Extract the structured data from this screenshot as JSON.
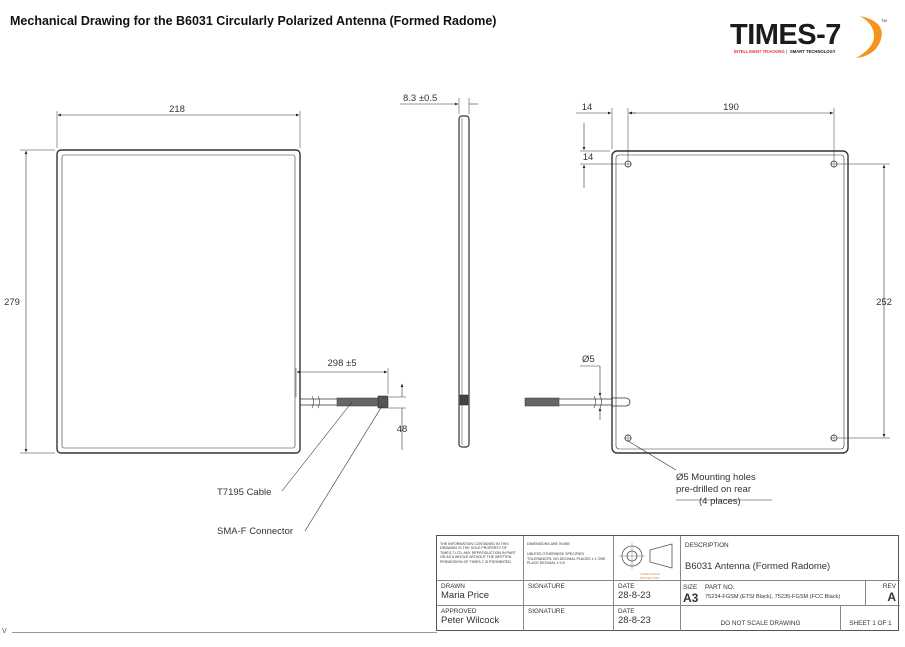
{
  "header": {
    "title": "Mechanical Drawing for the B6031 Circularly Polarized Antenna (Formed Radome)"
  },
  "logo": {
    "text": "TIMES-7",
    "tagline_a": "INTELLIGENT TRACKING",
    "tagline_b": "SMART TECHNOLOGY",
    "trademark": "TM",
    "colors": {
      "wordmark": "#1b1b1b",
      "swoosh": "#f2941f",
      "tagline_a": "#e0352b"
    }
  },
  "front_view": {
    "width_dim": "218",
    "height_dim": "279",
    "cable_length_dim": "298 ±5",
    "connector_dim": "48",
    "cable_label": "T7195 Cable",
    "connector_label": "SMA-F Connector"
  },
  "side_view": {
    "thickness_dim": "8.3 ±0.5"
  },
  "rear_view": {
    "edge_offset_x": "14",
    "edge_offset_y": "14",
    "hole_spacing_x": "190",
    "hole_spacing_y": "252",
    "hole_dia": "Ø5",
    "note_line1": "Ø5 Mounting holes",
    "note_line2": "pre-drilled on rear",
    "note_line3": "(4 places)"
  },
  "title_block": {
    "info_text": "THE INFORMATION CONTAINED IN THIS DRAWING IS THE SOLE PROPERTY OF TIMES-7 LTD. ANY REPRODUCTION IN PART OR AS A WHOLE WITHOUT THE WRITTEN PERMISSION OF TIMES-7 IS PROHIBITED.",
    "dims_note": "DIMENSIONS ARE IN mm",
    "tolerance_text": "UNLESS OTHERWISE SPECIFIED TOLERANCES: NO DECIMAL PLACES ± 1 ONE PLACE DECIMAL ± 0.8",
    "projection_caption": "THIRD ANGLE PROJECTION",
    "description_label": "DESCRIPTION",
    "description": "B6031 Antenna (Formed Radome)",
    "drawn_label": "DRAWN",
    "drawn_by": "Maria Price",
    "signature_label": "SIGNATURE",
    "date_label": "DATE",
    "drawn_date": "28-8-23",
    "approved_label": "APPROVED",
    "approved_by": "Peter Wilcock",
    "approved_date": "28-8-23",
    "size_label": "SIZE",
    "size": "A3",
    "part_no_label": "PART NO.",
    "part_no": "75234-FGSM (ETSI Black), 75235-FGSM (FCC Black)",
    "rev_label": "REV",
    "rev": "A",
    "scale_note": "DO NOT SCALE DRAWING",
    "sheet": "SHEET 1 OF 1"
  },
  "footer": {
    "left_mark": "V"
  }
}
